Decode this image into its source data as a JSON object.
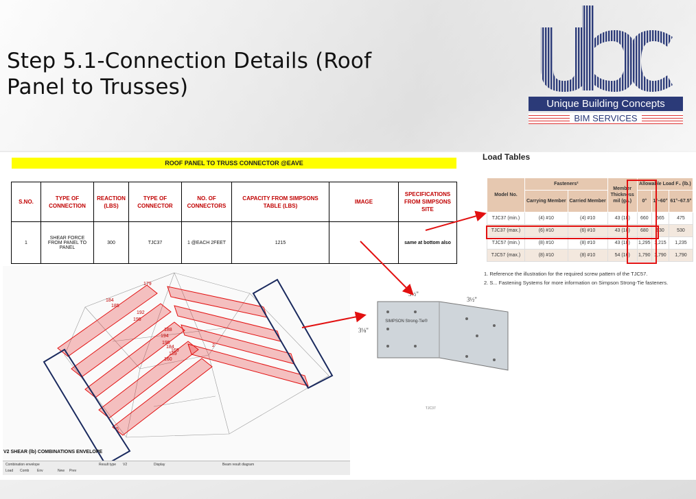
{
  "title": "Step 5.1-Connection Details (Roof Panel to Trusses)",
  "logo": {
    "line1": "Unique Building Concepts",
    "line2": "BIM SERVICES"
  },
  "connector_table": {
    "title": "ROOF PANEL TO TRUSS CONNECTOR @EAVE",
    "headers": [
      "S.NO.",
      "TYPE OF CONNECTION",
      "REACTION (LBS)",
      "TYPE OF CONNECTOR",
      "NO. OF CONNECTORS",
      "CAPACITY FROM SIMPSONS TABLE (LBS)",
      "IMAGE",
      "SPECIFICATIONS FROM SIMPSONS SITE"
    ],
    "row": [
      "1",
      "SHEAR FORCE FROM PANEL TO PANEL",
      "300",
      "TJC37",
      "1 @EACH 2FEET",
      "1215",
      "",
      "same at bottom also"
    ]
  },
  "load_table": {
    "title": "Load Tables",
    "group_headers": {
      "fasteners": "Fasteners²",
      "member": "Member Thickness mil (ga.)",
      "allowable": "Allowable Load F₄ (lb.)"
    },
    "headers": [
      "Model No.",
      "Carrying Member",
      "Carried Member",
      "",
      "0°",
      "1°–60°",
      "61°–67.5°"
    ],
    "rows": [
      [
        "TJC37 (min.)",
        "(4) #10",
        "(4) #10",
        "43 (18)",
        "660",
        "565",
        "475"
      ],
      [
        "TJC37 (max.)",
        "(6) #10",
        "(6) #10",
        "43 (18)",
        "680",
        "630",
        "530"
      ],
      [
        "TJC57 (min.)",
        "(8) #10",
        "(8) #10",
        "43 (18)",
        "1,295",
        "1,215",
        "1,235"
      ],
      [
        "TJC57 (max.)",
        "(8) #10",
        "(8) #10",
        "54 (16)",
        "1,790",
        "1,790",
        "1,790"
      ]
    ],
    "note1": "1. Reference the illustration for the required screw pattern of the TJC57.",
    "note2": "2. S... Fastening Systems for more information on Simpson Strong-Tie fasteners."
  },
  "model": {
    "caption": "V2 SHEAR    (lb)   COMBINATIONS ENVELOPE",
    "labels": [
      "179",
      "184",
      "185",
      "192",
      "195",
      "188",
      "194",
      "195",
      "184",
      "189",
      "160",
      "169",
      "5",
      "2"
    ],
    "toolbar": {
      "comb": "Combination envelope",
      "result": "Result type",
      "v2": "V2",
      "display": "Display",
      "diagram": "Beam result diagram",
      "load": "Load",
      "comb2": "Comb",
      "env": "Env",
      "new": "New",
      "prev": "Prev"
    }
  },
  "bracket": {
    "dim_top_left": "3½\"",
    "dim_top_right": "3½\"",
    "dim_side": "3⅛\"",
    "brand": "SIMPSON Strong-Tie®",
    "caption": "TJC37"
  },
  "colors": {
    "accent_red": "#e21010",
    "navy": "#1a2a5e",
    "yellow": "#ffff00",
    "header_red": "#c00000"
  }
}
